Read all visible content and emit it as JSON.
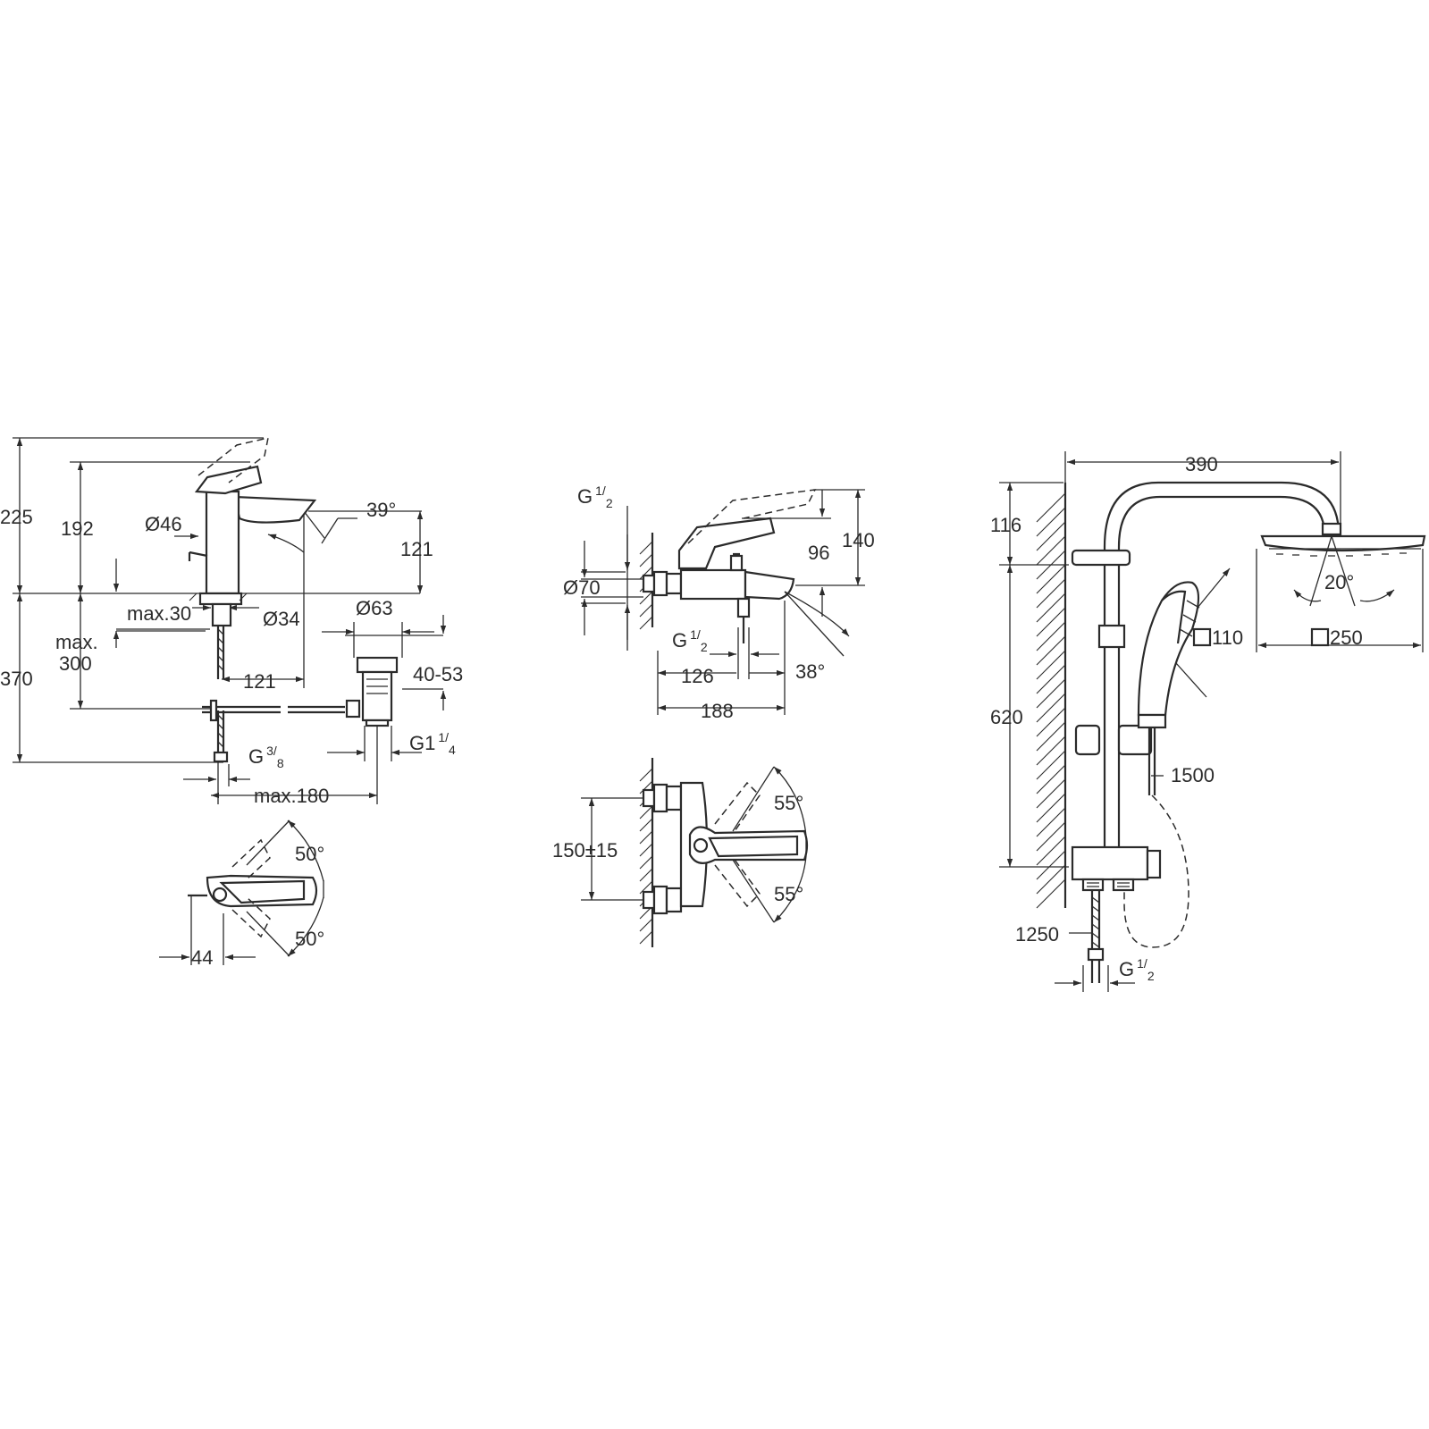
{
  "basin_mixer": {
    "total_height": "225",
    "body_height": "192",
    "body_diameter": "Ø46",
    "spout_angle": "39°",
    "spout_height": "121",
    "base_diameter": "Ø34",
    "max_thickness": "max.30",
    "max_depth_line1": "max.",
    "max_depth_line2": "300",
    "under_height": "370",
    "spout_reach": "121",
    "waste_diameter": "Ø63",
    "waste_range": "40-53",
    "waste_thread": "G1",
    "waste_thread_num": "1",
    "waste_thread_den": "4",
    "inlet_thread": "G",
    "inlet_thread_num": "3",
    "inlet_thread_den": "8",
    "max_pull": "max.180",
    "top_angle": "50°",
    "bottom_angle": "50°",
    "lever_offset": "44"
  },
  "bath_mixer": {
    "inlet_thread": "G",
    "inlet_thread_num": "1",
    "inlet_thread_den": "2",
    "flange_diameter": "Ø70",
    "total_height": "140",
    "body_height": "96",
    "outlet_thread": "G",
    "outlet_thread_num": "1",
    "outlet_thread_den": "2",
    "spout_angle": "38°",
    "projection": "126",
    "total_projection": "188",
    "centres": "150±15",
    "lever_angle_top": "55°",
    "lever_angle_bottom": "55°"
  },
  "shower_system": {
    "arm_reach": "390",
    "top_offset": "116",
    "head_tilt": "20°",
    "hand_shower_size": "110",
    "head_size": "250",
    "rail_height": "620",
    "hose_length": "1500",
    "bottom_length": "1250",
    "inlet_thread": "G",
    "inlet_thread_num": "1",
    "inlet_thread_den": "2"
  }
}
